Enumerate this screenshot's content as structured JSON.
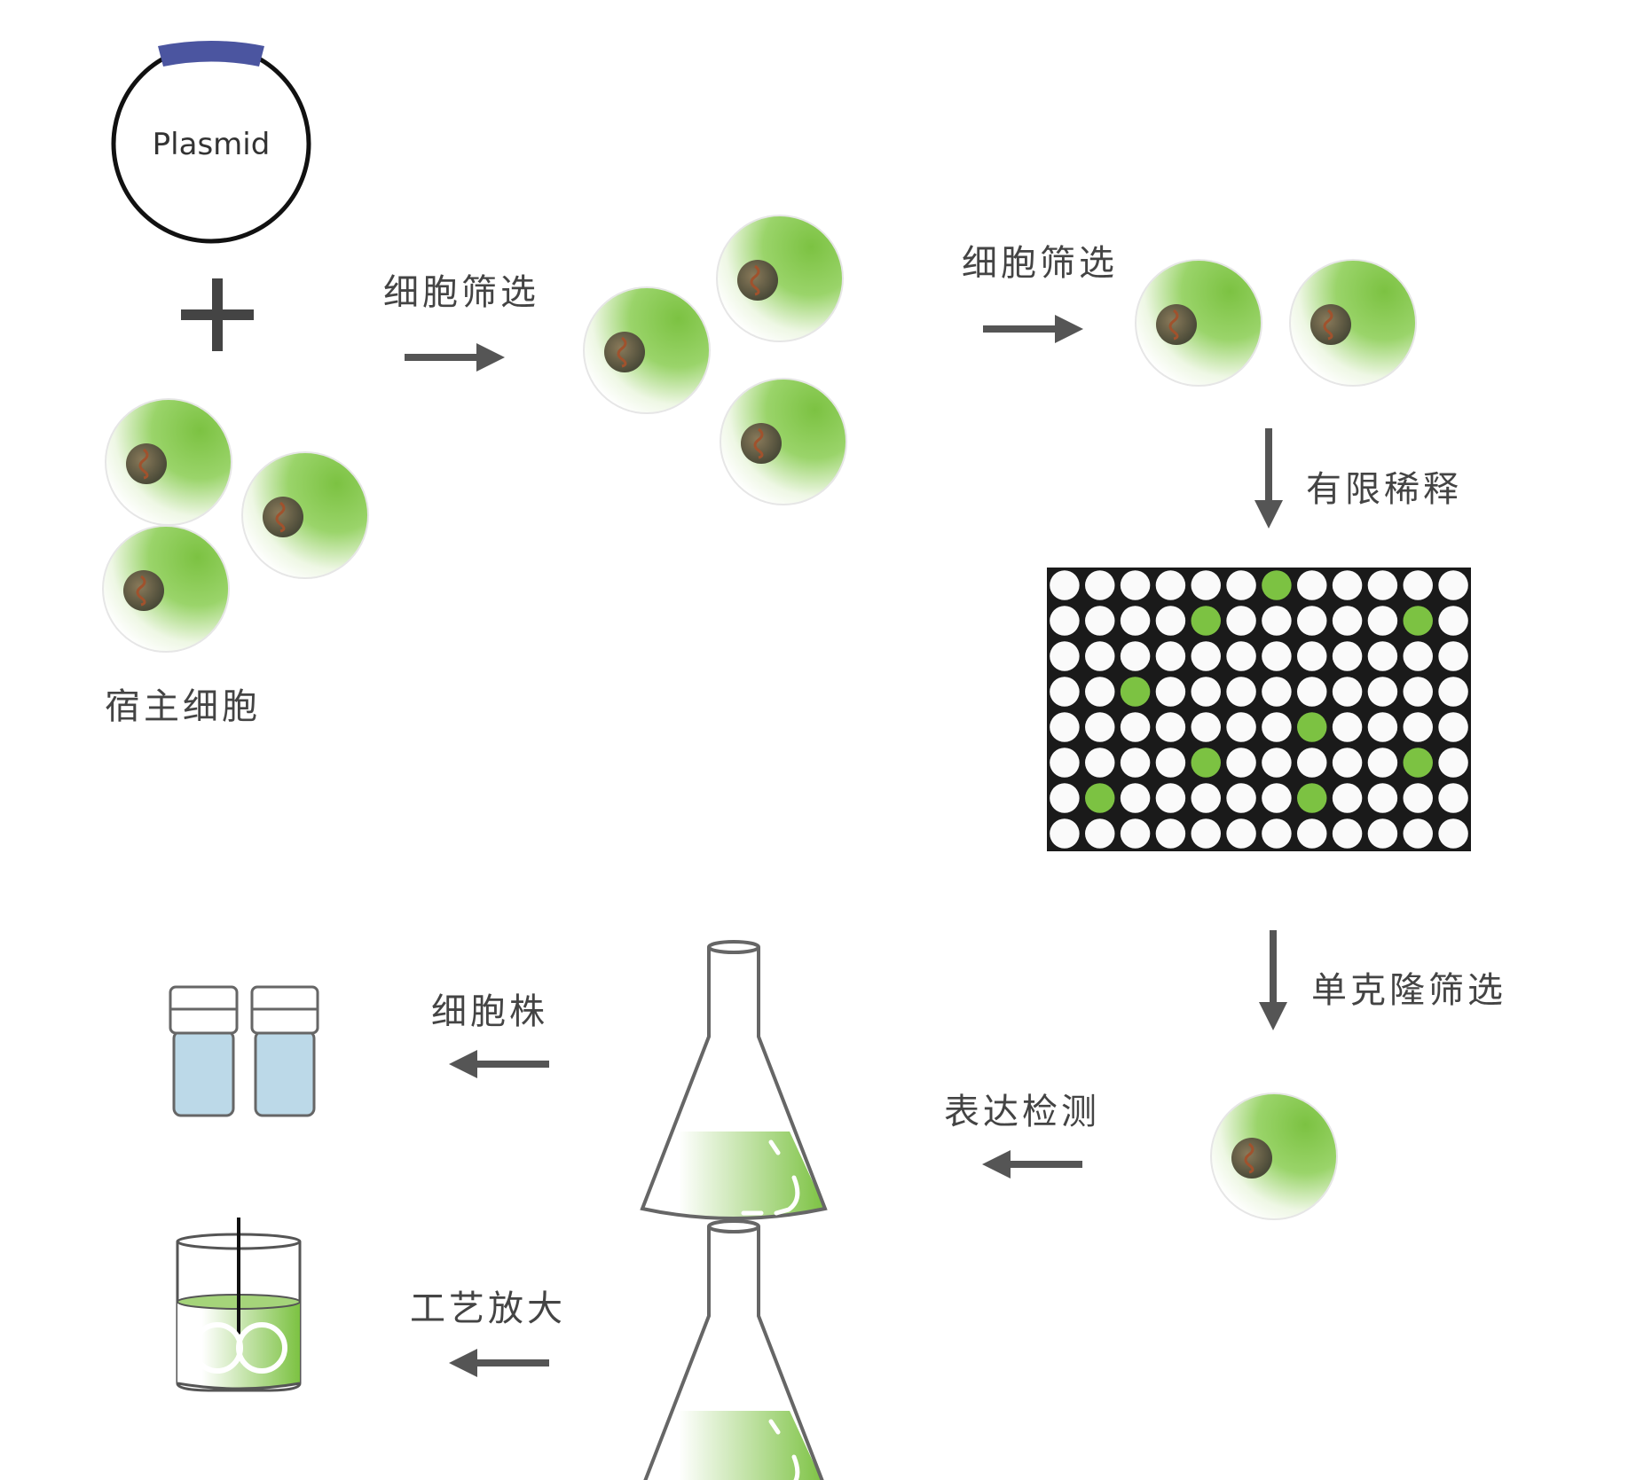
{
  "plasmid": {
    "label": "Plasmid"
  },
  "labels": {
    "host_cells": "宿主细胞",
    "screening_1": "细胞筛选",
    "screening_2": "细胞筛选",
    "limiting_dilution": "有限稀释",
    "monoclonal_screening": "单克隆筛选",
    "expression_test": "表达检测",
    "cell_line": "细胞株",
    "scale_up": "工艺放大"
  },
  "plate": {
    "rows": 8,
    "cols": 12,
    "positive_wells": [
      [
        0,
        6
      ],
      [
        1,
        4
      ],
      [
        1,
        10
      ],
      [
        3,
        2
      ],
      [
        4,
        7
      ],
      [
        5,
        4
      ],
      [
        5,
        10
      ],
      [
        6,
        1
      ],
      [
        6,
        7
      ]
    ]
  },
  "colors": {
    "cell_green": "#7cc242",
    "arrow": "#555555",
    "vial_liquid": "#bcd9e8",
    "plasmid_insert": "#4b55a0"
  }
}
